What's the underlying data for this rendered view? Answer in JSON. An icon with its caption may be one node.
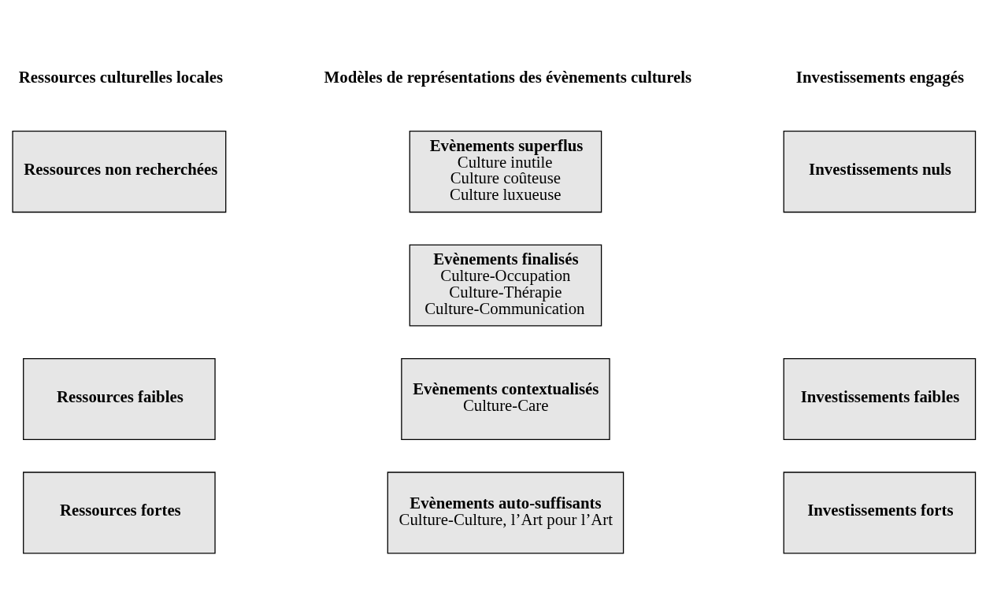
{
  "diagram": {
    "nodes": [
      {
        "text": [
          "Ressources non recherchées"
        ]
      },
      {
        "text": [
          "Evènements superflus",
          "Culture inutile",
          "Culture coûteuse",
          "Culture luxueuse"
        ]
      },
      {
        "text": [
          "Investissements nuls"
        ]
      },
      {
        "text": [
          "Evènements finalisés",
          "Culture-Occupation",
          "Culture-Thérapie",
          "Culture-Communication"
        ]
      },
      {
        "text": [
          "Ressources faibles"
        ]
      },
      {
        "text": [
          "Evènements contextualisés",
          "Culture-Care"
        ]
      },
      {
        "text": [
          "Investissements faibles"
        ]
      },
      {
        "text": [
          "Ressources fortes"
        ]
      },
      {
        "text": [
          "Evènements auto-suffisants",
          "Culture-Culture, l’Art pour l’Art"
        ]
      },
      {
        "text": [
          "Investissements forts"
        ]
      }
    ],
    "edges": [],
    "labels": [
      "Ressources culturelles locales",
      "Modèles de représentations des évènements culturels",
      "Investissements engagés"
    ]
  }
}
